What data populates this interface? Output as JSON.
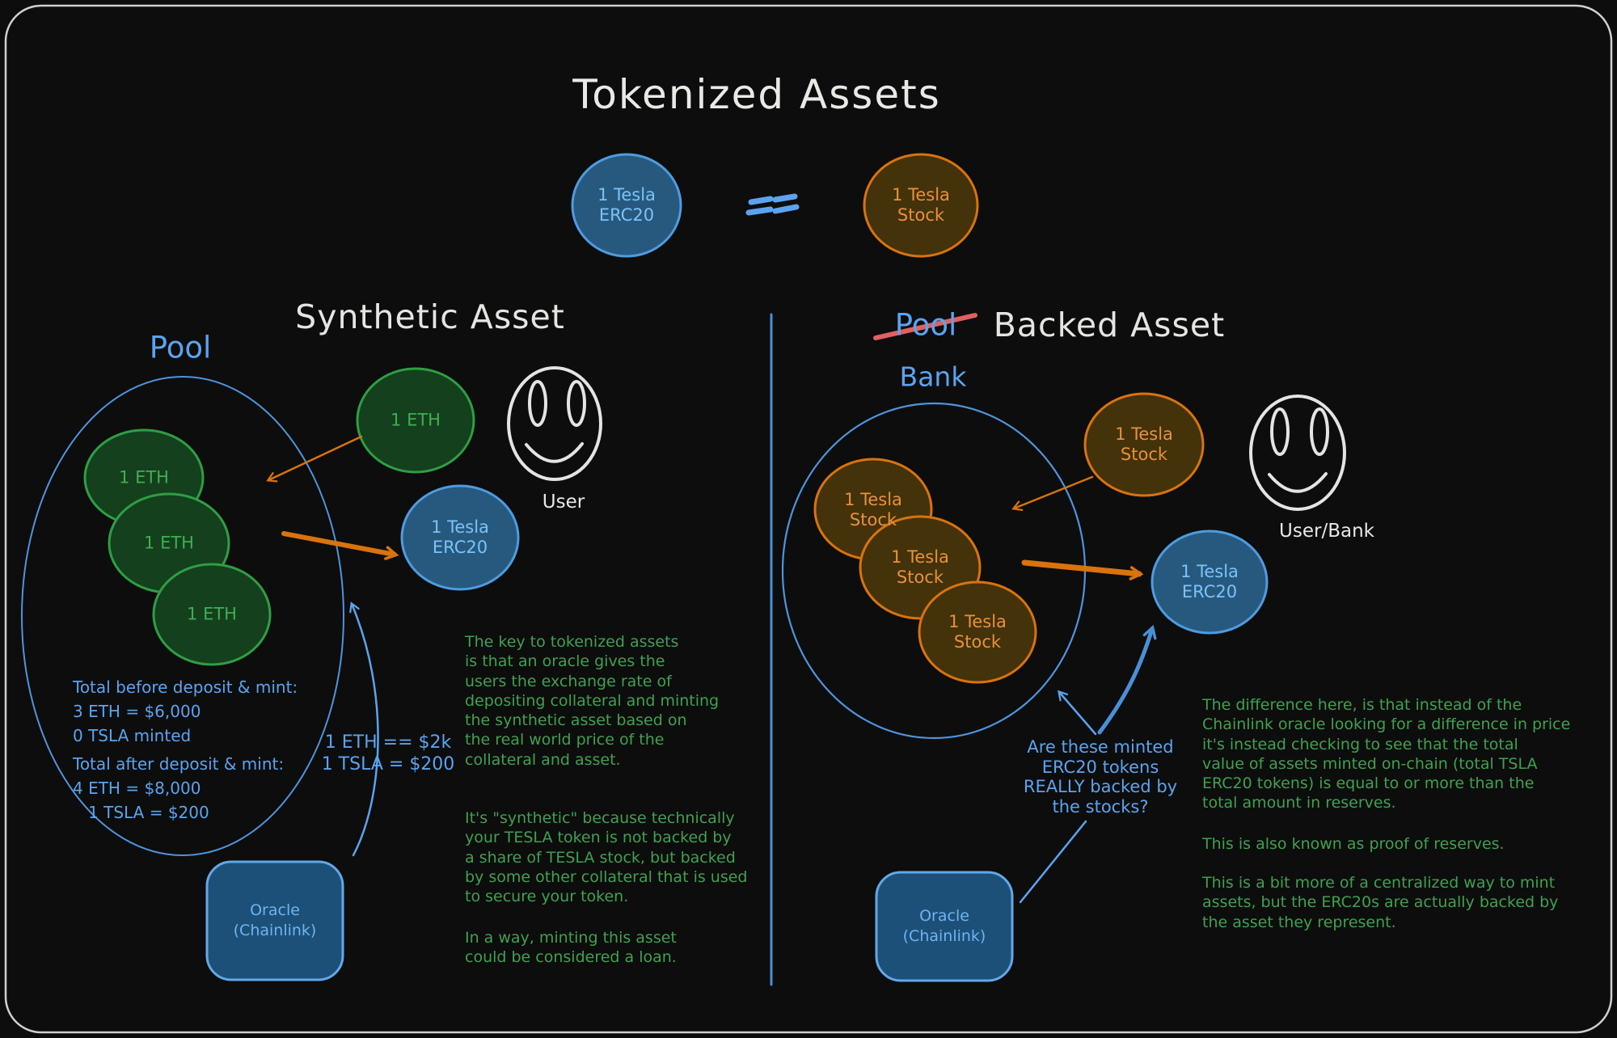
{
  "title": "Tokenized Assets",
  "equivalence": {
    "erc20_circle": "1 Tesla\nERC20",
    "equals": "==",
    "stock_circle": "1 Tesla\nStock"
  },
  "synthetic": {
    "heading": "Synthetic Asset",
    "pool_label": "Pool",
    "pool_eth_circles": [
      "1 ETH",
      "1 ETH",
      "1 ETH"
    ],
    "user_eth_circle": "1 ETH",
    "erc20_circle": "1 Tesla\nERC20",
    "user_label": "User",
    "totals_before": "Total before deposit & mint:\n3 ETH = $6,000\n0 TSLA minted",
    "totals_after": "Total after deposit & mint:\n4 ETH = $8,000\n   1 TSLA = $200",
    "price_note": "1 ETH == $2k\n1 TSLA = $200",
    "oracle_label": "Oracle\n(Chainlink)",
    "paragraph_oracle": "The key to tokenized assets\nis that an oracle gives the\nusers the exchange rate of\ndepositing collateral and minting\nthe synthetic asset based on\nthe real world price of the\ncollateral and asset.",
    "paragraph_synthetic": "It's \"synthetic\" because technically\nyour TESLA token is not backed by\na share of TESLA stock, but backed\nby some other collateral that is used\nto secure your token.",
    "paragraph_loan": "In a way, minting this asset\ncould be considered a loan."
  },
  "backed": {
    "heading": "Backed Asset",
    "struck_pool_label": "Pool",
    "bank_label": "Bank",
    "bank_stock_circles": [
      "1 Tesla\nStock",
      "1 Tesla\nStock",
      "1 Tesla\nStock"
    ],
    "incoming_stock_circle": "1 Tesla\nStock",
    "erc20_circle": "1 Tesla\nERC20",
    "user_label": "User/Bank",
    "question": "Are these minted\nERC20 tokens\nREALLY backed by\nthe stocks?",
    "oracle_label": "Oracle\n(Chainlink)",
    "paragraph_difference": "The difference here, is that instead of the\nChainlink oracle looking for a difference in price\nit's instead checking to see that the total\nvalue of assets minted on-chain (total TSLA\nERC20 tokens) is equal to or more than the\ntotal amount in reserves.",
    "paragraph_proof": "This is also known as proof of reserves.",
    "paragraph_centralized": "This is a bit more of a centralized way to mint\nassets, but the ERC20s are actually backed by\nthe asset they represent."
  },
  "colors": {
    "background": "#0d0d0d",
    "frame_border": "#cfcfcc",
    "heading_text": "#e9e9e6",
    "blue_accent": "#5ba3f0",
    "blue_fill": "#27597f",
    "blue_stroke": "#4e9ce0",
    "green_fill": "#14401d",
    "green_stroke": "#2f9e44",
    "green_text": "#3fa14f",
    "orange_fill": "#44320a",
    "orange_stroke": "#d9730d",
    "orange_text": "#e8913a",
    "oracle_fill": "#1d5078",
    "red_strike": "#e26060"
  }
}
